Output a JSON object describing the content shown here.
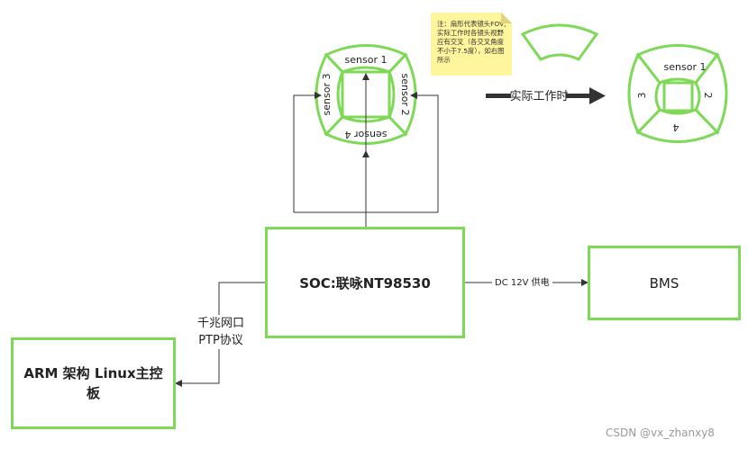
{
  "note": {
    "text": "注：扇形代表镜头FOV,实际工作时各镜头视野应有交叉（各交叉角度不小于7.5度），如右图所示"
  },
  "arrow_label": "实际工作时",
  "sensors_left": {
    "s1": "sensor 1",
    "s2": "sensor 2",
    "s3": "sensor 3",
    "s4": "sensor 4"
  },
  "sensors_right": {
    "s1": "sensor 1",
    "s2": "2",
    "s3": "3",
    "s4": "4"
  },
  "soc": {
    "label": "SOC:联咏NT98530"
  },
  "bms": {
    "label": "BMS"
  },
  "arm": {
    "label": "ARM 架构 Linux主控板"
  },
  "link_power": "DC 12V 供电",
  "link_network": {
    "line1": "千兆网口",
    "line2": "PTP协议"
  },
  "watermark": "CSDN @vx_zhanxy8",
  "colors": {
    "green": "#7ed957",
    "line": "#333333",
    "note": "#fff59d"
  }
}
